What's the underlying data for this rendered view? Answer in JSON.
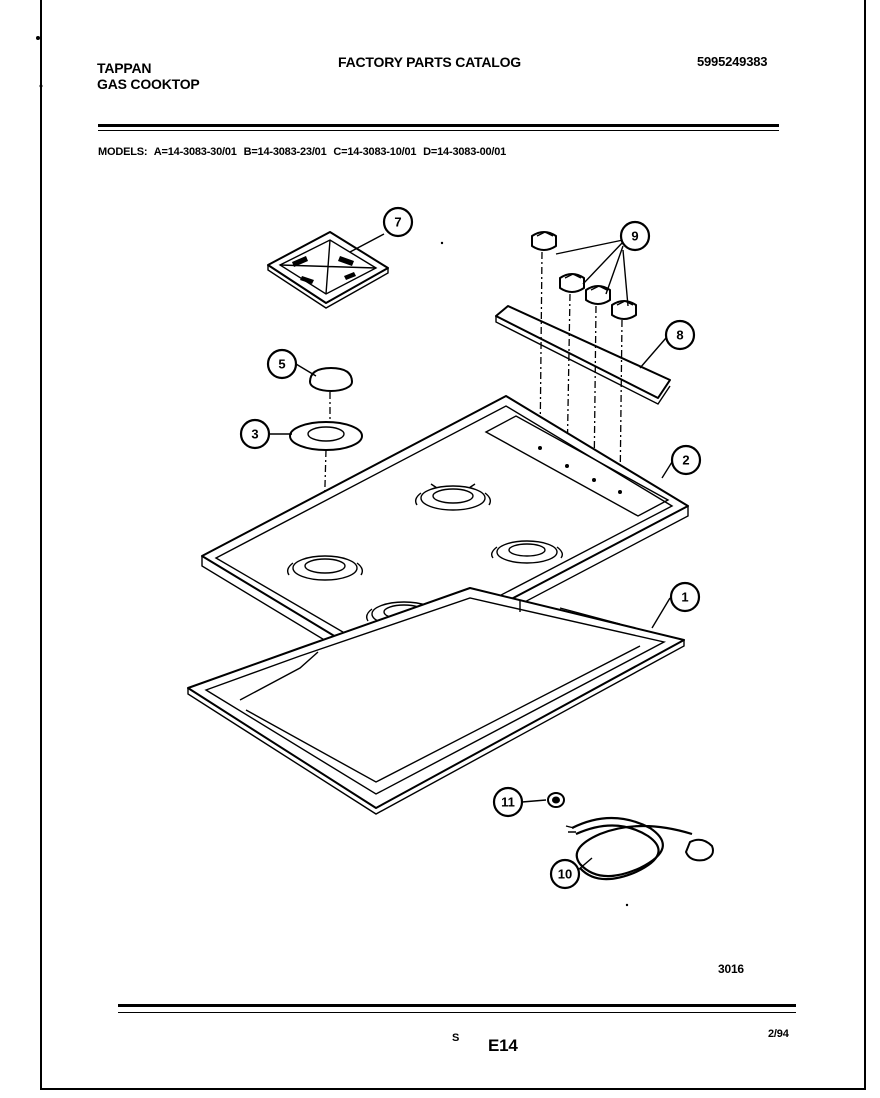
{
  "header": {
    "brand": "TAPPAN",
    "product": "GAS COOKTOP",
    "title": "FACTORY PARTS CATALOG",
    "catalog_number": "5995249383"
  },
  "models": {
    "label": "MODELS:",
    "list": [
      "A=14-3083-30/01",
      "B=14-3083-23/01",
      "C=14-3083-10/01",
      "D=14-3083-00/01"
    ]
  },
  "callouts": [
    "7",
    "9",
    "5",
    "8",
    "3",
    "2",
    "1",
    "11",
    "10"
  ],
  "footer": {
    "diagram_number": "3016",
    "page_prefix": "S",
    "page_code": "E14",
    "date": "2/94"
  }
}
